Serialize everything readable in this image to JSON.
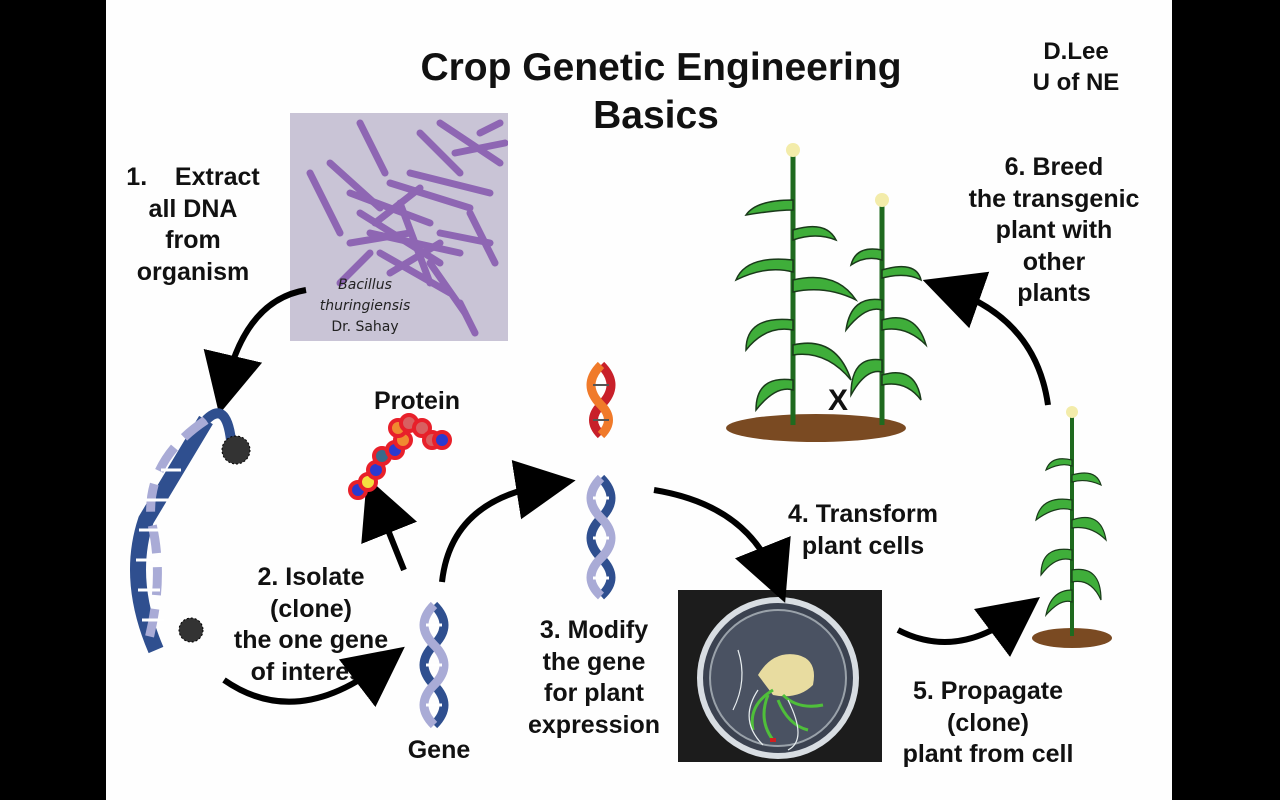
{
  "slide": {
    "title_line1": "Crop Genetic Engineering",
    "title_line2": "Basics",
    "author_line1": "D.Lee",
    "author_line2": "U of NE"
  },
  "steps": [
    {
      "label": "1.    Extract\nall DNA\nfrom\norganism"
    },
    {
      "label": "2. Isolate\n(clone)\nthe one gene\nof interest"
    },
    {
      "label": "3. Modify\nthe gene\nfor plant\nexpression"
    },
    {
      "label": "4. Transform\nplant cells"
    },
    {
      "label": "5. Propagate\n(clone)\nplant from cell"
    },
    {
      "label": "6. Breed\nthe transgenic\nplant with\nother\nplants"
    }
  ],
  "labels": {
    "protein": "Protein",
    "gene": "Gene",
    "cross": "X"
  },
  "bacteria_photo": {
    "caption_line1": "Bacillus",
    "caption_line2": "thuringiensis",
    "caption_line3": "Dr. Sahay"
  },
  "colors": {
    "background": "#000000",
    "slide": "#fefefe",
    "text": "#111111",
    "dna_light": "#a9abd6",
    "dna_dark": "#2f4f8f",
    "dna_mod_orange": "#f07a2a",
    "dna_mod_red": "#c8202a",
    "protein_red": "#e8202a",
    "plant_green": "#3fae3a",
    "soil": "#7a4a22",
    "bacteria_purple": "#8a5ab0"
  }
}
